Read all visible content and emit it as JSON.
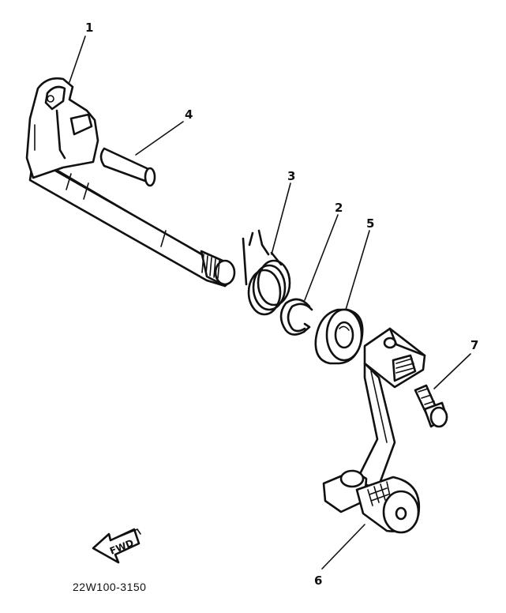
{
  "callouts": {
    "c1": "1",
    "c2": "2",
    "c3": "3",
    "c4": "4",
    "c5": "5",
    "c6": "6",
    "c7": "7"
  },
  "direction_label": "FWD",
  "reference_code": "22W100-3150"
}
